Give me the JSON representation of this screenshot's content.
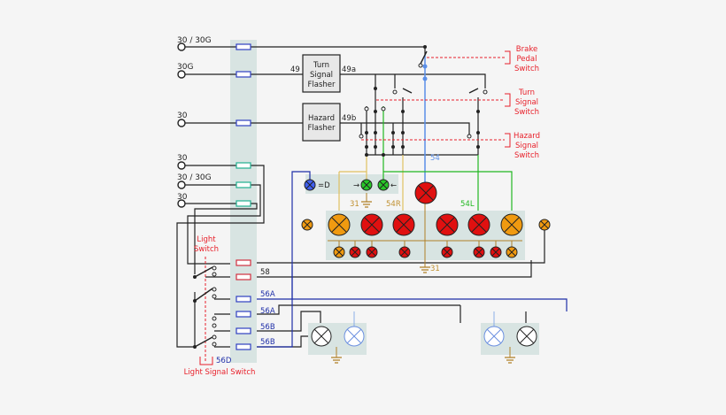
{
  "colors": {
    "background": "#f5f5f5",
    "fuse_panel": "#d8e4e2",
    "red_label": "#e8202a",
    "blue_wire": "#1f2fa8",
    "light_blue_wire": "#5b8fe8",
    "yellow_wire": "#e0c060",
    "green_wire": "#22b822",
    "brown_wire": "#b08028",
    "lamp_red": "#e01010",
    "lamp_orange": "#f09a10"
  },
  "terminals": [
    "30 / 30G",
    "30G",
    "30",
    "30",
    "30 / 30G",
    "30"
  ],
  "modules": {
    "turn": {
      "line1": "Turn",
      "line2": "Signal",
      "line3": "Flasher",
      "in": "49",
      "out": "49a"
    },
    "hazard": {
      "line1": "Hazard",
      "line2": "Flasher",
      "out": "49b"
    }
  },
  "switch_labels": {
    "brake": [
      "Brake",
      "Pedal",
      "Switch"
    ],
    "turn": [
      "Turn",
      "Signal",
      "Switch"
    ],
    "hazard": [
      "Hazard",
      "Signal",
      "Switch"
    ],
    "light": [
      "Light",
      "Switch"
    ],
    "light_signal": "Light Signal Switch"
  },
  "wire_labels": {
    "w54": "54",
    "w31a": "31",
    "w54R": "54R",
    "w54L": "54L",
    "w31b": "31",
    "w58": "58",
    "w56A1": "56A",
    "w56A2": "56A",
    "w56B1": "56B",
    "w56B2": "56B",
    "w56D": "56D"
  },
  "indicators": {
    "d": "=D",
    "right_arrow": "→",
    "left_arrow": "←"
  }
}
